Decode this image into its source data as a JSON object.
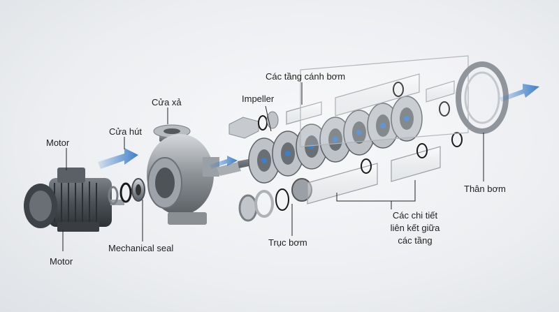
{
  "labels": {
    "motor_top": "Motor",
    "motor_bottom": "Motor",
    "suction": "Cửa hút",
    "discharge": "Cửa xả",
    "mechanical_seal": "Mechanical seal",
    "impeller": "Impeller",
    "stages": "Các tầng cánh bơm",
    "shaft": "Trục bơm",
    "body": "Thân bơm",
    "connectors": [
      "Các chi tiết",
      "liên kết giữa",
      "các tầng"
    ]
  },
  "colors": {
    "flow_arrow": "#3f7fc8",
    "metal_dark": "#4a4f55",
    "metal_light": "#b9bec4",
    "leader_line": "#222222",
    "seal_ring": "#1a1a1a"
  }
}
